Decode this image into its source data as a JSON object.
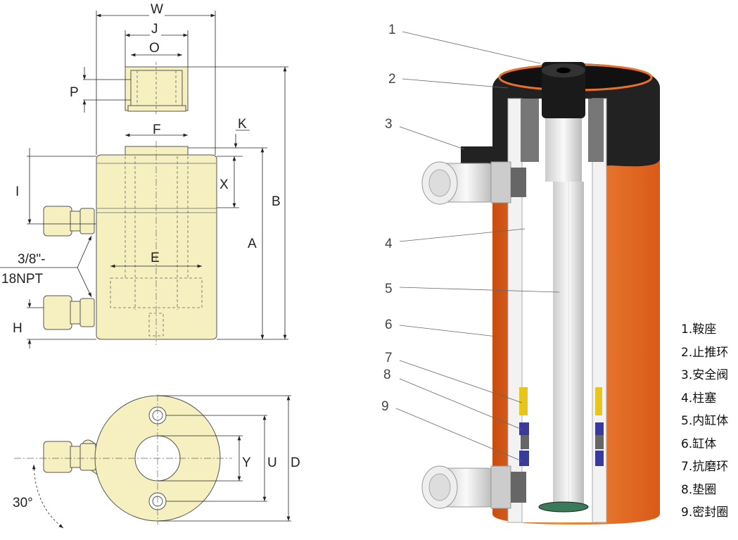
{
  "dimensions": {
    "W": "W",
    "J": "J",
    "O": "O",
    "P": "P",
    "F": "F",
    "K": "K",
    "X": "X",
    "I": "I",
    "B": "B",
    "A": "A",
    "E": "E",
    "port_line1": "3/8\"-",
    "port_line2": "18NPT",
    "H": "H",
    "Y": "Y",
    "U": "U",
    "D": "D",
    "angle": "30°"
  },
  "callouts": [
    "1",
    "2",
    "3",
    "4",
    "5",
    "6",
    "7",
    "8",
    "9"
  ],
  "legend": [
    "1.鞍座",
    "2.止推环",
    "3.安全阀",
    "4.柱塞",
    "5.内缸体",
    "6.缸体",
    "7.抗磨环",
    "8.垫圈",
    "9.密封圈"
  ],
  "colors": {
    "body": "#f6efbf",
    "cylinder": "#e8702a",
    "cap": "#222222"
  }
}
